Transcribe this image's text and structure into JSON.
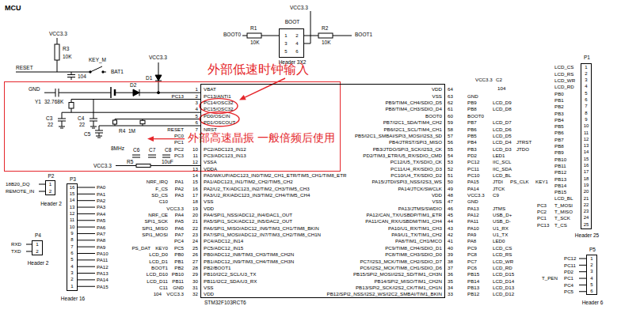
{
  "diagram": {
    "title": "MCU",
    "nodes": [
      {
        "text": [
          "BOOT",
          "Header 3X2"
        ]
      },
      {
        "text": [
          "外部高速晶振 一般倍频后使用"
        ]
      },
      {
        "text": [
          "STM32F103RCT6"
        ]
      },
      {
        "text": [
          "P1",
          "Header 25"
        ]
      },
      {
        "text": [
          "P2",
          "Header 2"
        ]
      },
      {
        "text": [
          "P3",
          "Header 16"
        ]
      },
      {
        "text": [
          "P4",
          "Header 2"
        ]
      },
      {
        "text": [
          "P5",
          "Header 6"
        ]
      }
    ],
    "labels": [
      "VCC3.3",
      "BOOT0",
      "R1",
      "10K",
      "R2",
      "10K",
      "BOOT1",
      "1",
      "2",
      "3",
      "4",
      "5",
      "6",
      "VCC3.3",
      "R3",
      "10K",
      "RESET",
      "KEY_M",
      "104",
      "BAT1",
      "VCC3.3",
      "D1",
      "GND",
      "D2",
      "Y1",
      "32.768K",
      "C3",
      "22",
      "C4",
      "22",
      "R4",
      "1M",
      "C5",
      "8MHz",
      "C6",
      "C7",
      "C8",
      "R5",
      "10uF",
      "VCC3.3",
      "外部低速时钟输入",
      "1",
      "2",
      "3",
      "4",
      "5",
      "6",
      "7",
      "10",
      "11",
      "12",
      "13",
      "14",
      "15",
      "16",
      "17",
      "18",
      "19",
      "20",
      "21",
      "22",
      "23",
      "24",
      "25",
      "26",
      "27",
      "28",
      "29",
      "30",
      "31",
      "32",
      "VBAT",
      "PC13/ANTI1",
      "PC14/OSC32",
      "PC15/OSC32",
      "PD0/OSCIN",
      "PD1/OSCOUT",
      "NRST",
      "PC2/ADC123_IN12",
      "PC3/ADC123_IN13",
      "VSSA",
      "VDDA",
      "PA0/WKUP/ADC123_IN0/TIM2_CH1_ETR/TIM5_CH1/TIM8_ETR",
      "PA1/ADC123_IN1/TIM2_CH2/TIM5_CH2",
      "PA2/U2_TX/ADC123_IN2/TIM2_CH3/TIM5_CH3",
      "PA3/U2_RX/ADC123_IN3/TIM2_CH4/TIM5_CH4",
      "VSS",
      "VDD",
      "PA4/SPI1_NSS/ADC12_IN4/DAC1_OUT",
      "PA5/SPI1_SCK/ADC12_IN5/DAC2_OUT",
      "PA6/SPI1_MISO/ADC12_IN6/TIM3_CH1/TIM8_BKIN",
      "PA7/SPI1_MOSI/ADC12_IN7/TIM3_CH2/TIM8_CH1N",
      "PC4/ADC12_IN14",
      "PC5/ADC12_IN15",
      "PB0/ADC12_IN8/TIM3_CH3/TIM8_CH2N",
      "PB1/ADC12_IN9/TIM3_CH4/TIM8_CH3N",
      "PB2/BOOT1",
      "PB10/I2C2_SCL/U3_TX",
      "PB11/I2C2_SDA/U3_RX",
      "VSS",
      "VDD",
      "VDD",
      "VSS",
      "PB9/TIM4_CH4/SDIO_D5",
      "PB8/TIM4_CH3/SDIO_D4",
      "BOOT0",
      "PB7/I2C1_SDA/TIM4_CH2",
      "PB6/I2C1_SCL/TIM4_CH1",
      "PB5/I2C1_SMBAI/SPI3_MOSI/I2S3_SD",
      "PB4/JTRST/SPI3_MISO",
      "PB3/JTDO/SPI3_SCK/I2S3_CK",
      "PD2/TIM3_ETR/U5_RX/SDIO_CMD",
      "PC12/U5_TX/SDIO_CK",
      "PC11/U4_RX/SDIO_D3",
      "PC10/U4_TX/SDIO_D2",
      "PA15/JTDI/SPI3_NSS/I2S3_WS",
      "PA14/JTCK/SWCLK",
      "VDD",
      "VSS",
      "PA13/JTMS/SWDIO",
      "PA12/CAN_TX/USBDP/TIM1_ETR",
      "PA11/CAN_RX/USBDM/TIM1_CH4",
      "PA10/U1_RX/TIM1_CH3",
      "PA9/U1_TX/TIM1_CH2",
      "PA8/TIM1_CH1/MCO",
      "PC9/TIM8_CH4/SDIO_D1",
      "PC8/TIM8_CH3/SDIO_D0",
      "PC7/I2S3_MCK/TIM8_CH2/SDIO_D7",
      "PC6/I2S2_MCK/TIM8_CH1/SDIO_D6",
      "PB15/SPI2_MOSI/I2S2_SD/TIM1_CH3N",
      "PB14/SPI2_MISO/TIM1_CH2N",
      "PB13/SPI2_SCK/I2S2_CK/TIM1_CH1N",
      "PB12/SPI2_NSS/I2S2_WS/I2C2_SMBAI/TIM1_BKIN",
      "64",
      "63",
      "62",
      "61",
      "60",
      "59",
      "58",
      "57",
      "56",
      "55",
      "54",
      "53",
      "52",
      "51",
      "50",
      "49",
      "48",
      "47",
      "46",
      "45",
      "44",
      "43",
      "42",
      "41",
      "40",
      "39",
      "38",
      "37",
      "36",
      "35",
      "34",
      "33",
      "GND",
      "PB9",
      "PB8",
      "BOOT0",
      "PB7",
      "PB6",
      "PB5",
      "PB4",
      "PB3",
      "PD2",
      "PC12",
      "PC11",
      "PC10",
      "PA15",
      "PA14",
      "VCC3.3",
      "GND",
      "PA13",
      "PA12",
      "PA11",
      "PA10",
      "PA9",
      "PA8",
      "PC9",
      "PC8",
      "PC7",
      "PC6",
      "PB15",
      "PB14",
      "PB13",
      "PB12",
      "LCD_D9",
      "LCD_D8",
      "LCD_D7",
      "LCD_D6",
      "LCD_D5",
      "LCD_D4",
      "LCD_D3",
      "LED1",
      "IIC_SCL",
      "IIC_SDA",
      "LCD_BL",
      "JTDI",
      "JTCK",
      "C9",
      "JTMS",
      "USB_D+",
      "USB_D-",
      "U1_RX",
      "U1_TX",
      "LED0",
      "LCD_CS",
      "LCD_RS",
      "LCD_WR",
      "LCD_RD",
      "LCD_D15",
      "LCD_D14",
      "LCD_D13",
      "LCD_D12",
      "JTRST",
      "JTDO",
      "PS_CLK",
      "KEY1",
      "VCC3.3",
      "C2",
      "104",
      "PC13",
      "RESET",
      "PC0",
      "PC1",
      "PC2",
      "PC3",
      "PA1",
      "PA2",
      "PA3",
      "VCC3.3",
      "PA4",
      "PA5",
      "PA6",
      "PA7",
      "PC4",
      "PC5",
      "PB0",
      "PB1",
      "PB2",
      "PB10",
      "PB11",
      "GND",
      "VCC3.3",
      "NRF_IRQ",
      "F_CS",
      "SD_CS",
      "C10",
      "NRF_CE",
      "SPI1_SCK",
      "SPI1_MISO",
      "SPI1_MOSI",
      "KEY0",
      "LCD_D0",
      "LCD_D1",
      "BOOT1",
      "LCD_D10",
      "LCD_D11",
      "C11",
      "PS_DAT",
      "104",
      "PA0",
      "PA1",
      "PA2",
      "PA3",
      "PA4",
      "PA5",
      "PA6",
      "PA7",
      "PA8",
      "PA9",
      "PA10",
      "PA11",
      "PA12",
      "PA13",
      "PA14",
      "PA15",
      "16",
      "15",
      "14",
      "13",
      "12",
      "11",
      "10",
      "9",
      "8",
      "7",
      "6",
      "5",
      "4",
      "3",
      "2",
      "1",
      "18B20_DQ",
      "REMOTE_IN",
      "1",
      "2",
      "RXD",
      "TXD",
      "1",
      "2",
      "LCD_CS",
      "LCD_RS",
      "LCD_WR",
      "LCD_RD",
      "PB0",
      "PB1",
      "PB2",
      "PB3",
      "PB4",
      "PB5",
      "PB6",
      "PB7",
      "PB8",
      "PB9",
      "PB10",
      "PB11",
      "PB12",
      "PB13",
      "PB14",
      "PB15",
      "LCD_BL",
      "PC3",
      "T_MOSI",
      "PC2",
      "T_MISO",
      "PC1",
      "T_SCK",
      "PC13",
      "T_CS",
      "1",
      "2",
      "3",
      "4",
      "5",
      "6",
      "7",
      "8",
      "9",
      "10",
      "11",
      "12",
      "13",
      "14",
      "15",
      "16",
      "17",
      "18",
      "19",
      "20",
      "21",
      "22",
      "23",
      "24",
      "25",
      "PC12",
      "PC11",
      "PD2",
      "T_PEN",
      "PC1",
      "PC4",
      "PC5",
      "1",
      "2",
      "3",
      "4",
      "5",
      "6"
    ]
  }
}
